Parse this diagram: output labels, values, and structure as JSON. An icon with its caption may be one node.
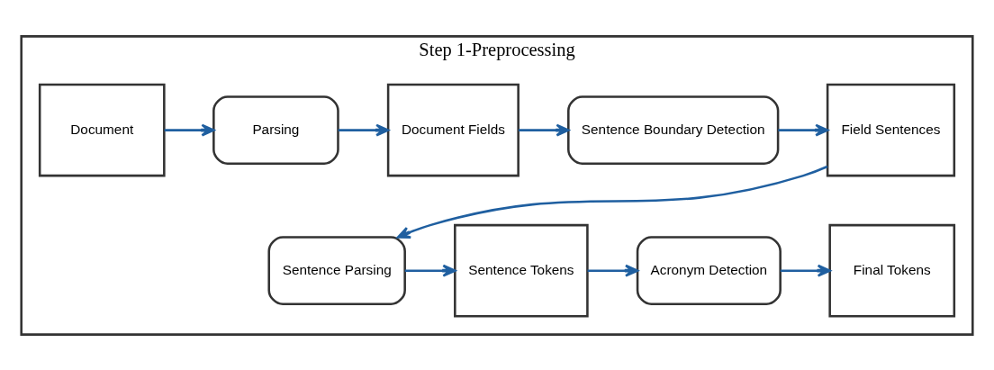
{
  "diagram": {
    "nodes": [
      {
        "text": [
          "Step 1-Preprocessing"
        ]
      },
      {
        "text": [
          "Document"
        ],
        "in": 0
      },
      {
        "text": [
          "Parsing"
        ],
        "in": 0
      },
      {
        "text": [
          "Document Fields"
        ],
        "in": 0
      },
      {
        "text": [
          "Sentence Boundary Detection"
        ],
        "in": 0
      },
      {
        "text": [
          "Field Sentences"
        ],
        "in": 0
      },
      {
        "text": [
          "Sentence Parsing"
        ],
        "in": 0
      },
      {
        "text": [
          "Sentence Tokens"
        ],
        "in": 0
      },
      {
        "text": [
          "Acronym Detection"
        ],
        "in": 0
      },
      {
        "text": [
          "Final Tokens"
        ],
        "in": 0
      }
    ],
    "edges": [
      {
        "from": 1,
        "to": 2,
        "arrow": "to"
      },
      {
        "from": 2,
        "to": 3,
        "arrow": "to"
      },
      {
        "from": 3,
        "to": 4,
        "arrow": "to"
      },
      {
        "from": 4,
        "to": 5,
        "arrow": "to"
      },
      {
        "from": 5,
        "to": 6,
        "arrow": "to"
      },
      {
        "from": 6,
        "to": 7,
        "arrow": "to"
      },
      {
        "from": 7,
        "to": 8,
        "arrow": "to"
      },
      {
        "from": 8,
        "to": 9,
        "arrow": "to"
      }
    ]
  }
}
